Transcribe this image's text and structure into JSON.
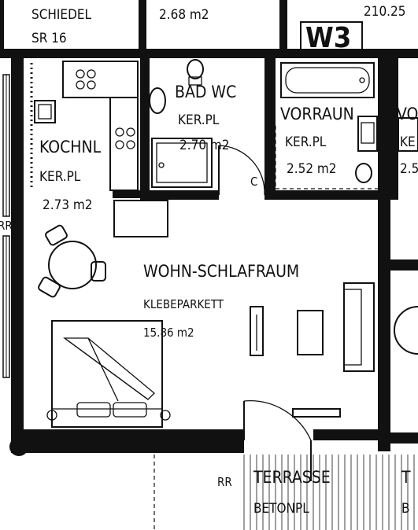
{
  "header": {
    "neighbor_name": "SCHIEDEL",
    "neighbor_sub": "SR 16",
    "neighbor_area": "2.68 m2",
    "unit_label": "W3",
    "top_right_text": "210.25"
  },
  "rooms": {
    "kitchen": {
      "name": "KOCHNL",
      "floor": "KER.PL",
      "area": "2.73 m2"
    },
    "bath": {
      "name": "BAD WC",
      "floor": "KER.PL",
      "area": "2.70 m2"
    },
    "hall": {
      "name": "VORRAUN",
      "floor": "KER.PL",
      "area": "2.52 m2"
    },
    "next_room": {
      "name": "VO",
      "floor": "KE",
      "area": "2.5"
    },
    "living": {
      "name": "WOHN-SCHLAFRAUM",
      "floor": "KLEBEPARKETT",
      "area": "15.86 m2"
    },
    "terrace": {
      "name": "TERRASSE",
      "floor": "BETONPL"
    },
    "terrace_next": {
      "name": "T",
      "floor": "B"
    }
  },
  "marks": {
    "rr_left": "RR",
    "rr_bottom": "RR",
    "door_c": "C"
  },
  "colors": {
    "ink": "#111111",
    "paper": "#ffffff"
  }
}
